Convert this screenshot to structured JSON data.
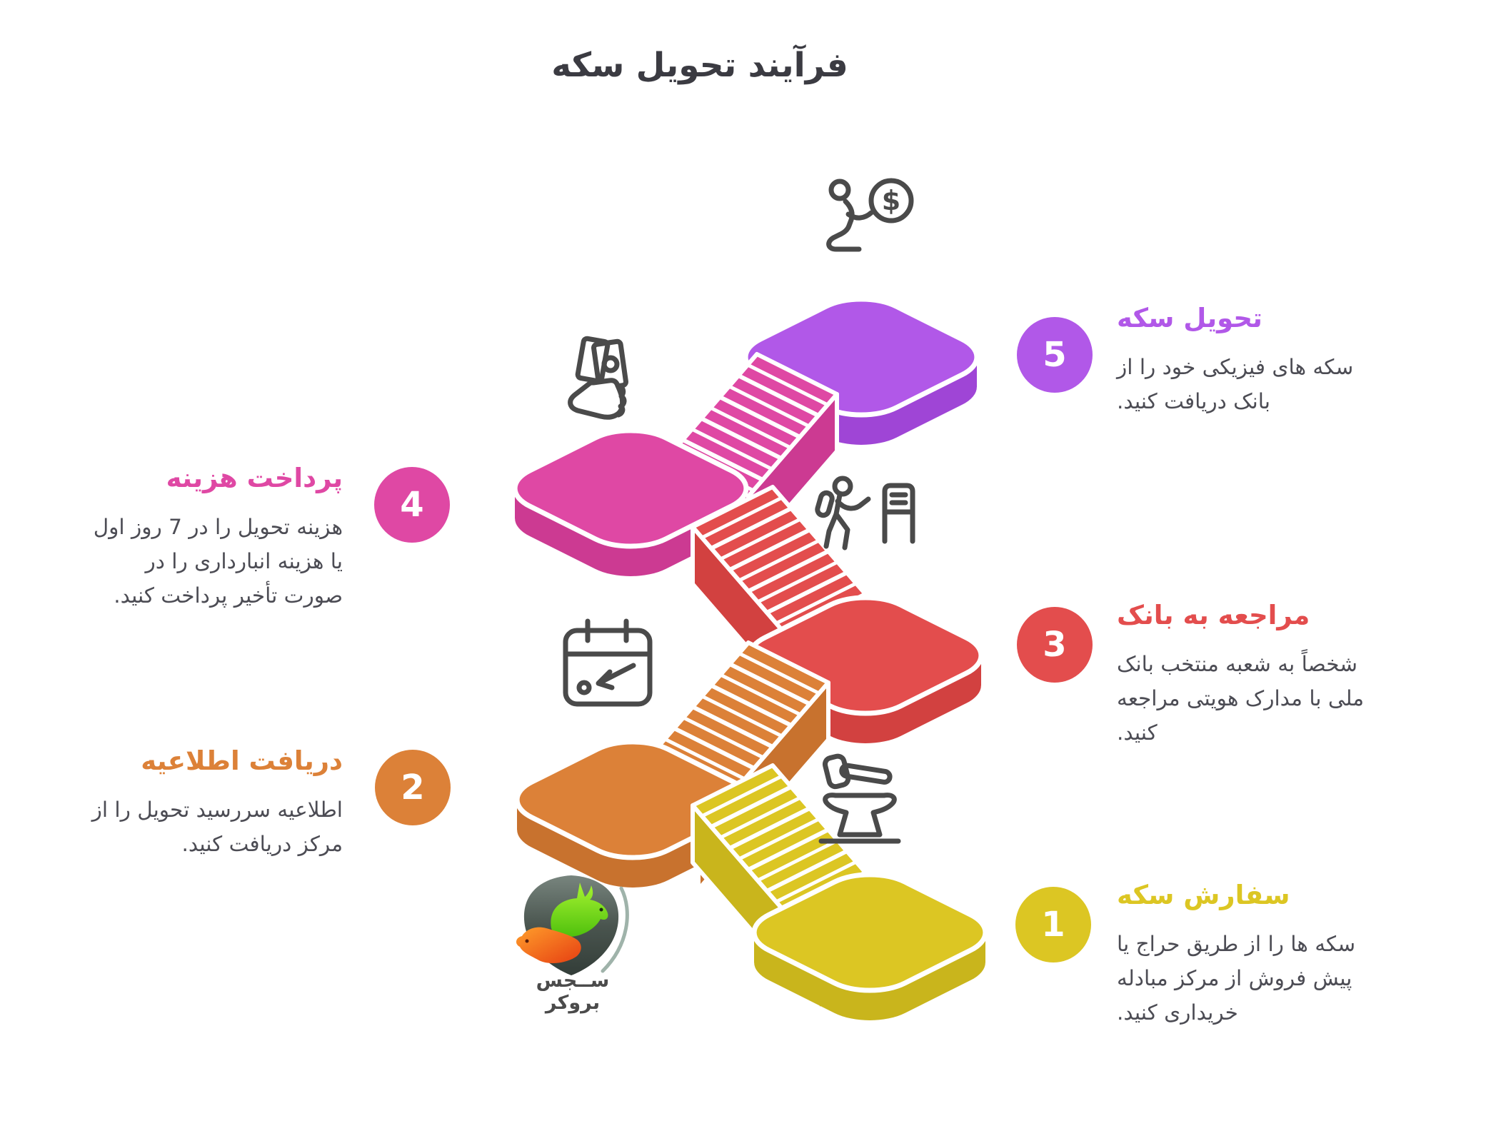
{
  "title": "فرآیند تحویل سکه",
  "logo": {
    "text": "ســجس بروکر"
  },
  "steps": [
    {
      "number": "1",
      "title": "سفارش سکه",
      "description": "سکه ها را از طریق حراج یا پیش فروش از مرکز مبادله خریداری کنید.",
      "color": "#dcc623",
      "dark": "#c9b51c",
      "icon": "hammer-anvil"
    },
    {
      "number": "2",
      "title": "دریافت اطلاعیه",
      "description": "اطلاعیه سررسید تحویل را از مرکز دریافت کنید.",
      "color": "#dc8138",
      "dark": "#c8722e",
      "icon": "calendar-deadline"
    },
    {
      "number": "3",
      "title": "مراجعه به بانک",
      "description": "شخصاً به شعبه منتخب بانک ملی با مدارک هویتی مراجعه کنید.",
      "color": "#e34d4d",
      "dark": "#d24140",
      "icon": "walking-to-bank-kiosk"
    },
    {
      "number": "4",
      "title": "پرداخت هزینه",
      "description": "هزینه تحویل را در 7 روز اول یا هزینه انبارداری را در صورت تأخیر پرداخت کنید.",
      "color": "#df48a4",
      "dark": "#cc3a92",
      "icon": "hand-holding-cash"
    },
    {
      "number": "5",
      "title": "تحویل سکه",
      "description": "سکه های فیزیکی خود را از بانک دریافت کنید.",
      "color": "#b158e8",
      "dark": "#9f45d6",
      "icon": "person-receiving-coin"
    }
  ],
  "icon_stroke_color": "#4a4a4a",
  "title_color": "#3b3b42",
  "dollar_glyph": "$"
}
